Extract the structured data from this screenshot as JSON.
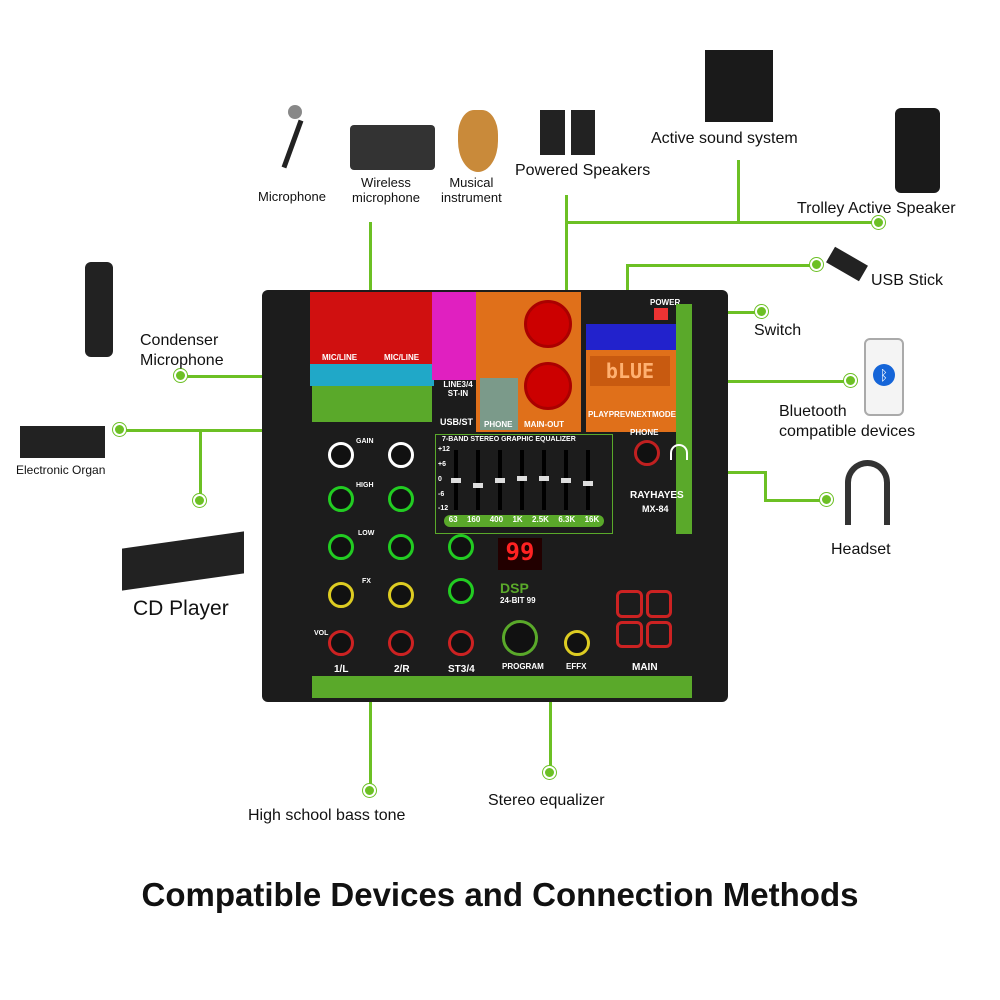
{
  "title": "Compatible Devices and Connection Methods",
  "devices": {
    "microphone": "Microphone",
    "wireless_microphone": "Wireless\nmicrophone",
    "musical_instrument": "Musical\ninstrument",
    "powered_speakers": "Powered Speakers",
    "active_sound_system": "Active sound system",
    "trolley_speaker": "Trolley Active Speaker",
    "usb_stick": "USB Stick",
    "switch": "Switch",
    "bluetooth": "Bluetooth\ncompatible devices",
    "headset": "Headset",
    "condenser": "Condenser\nMicrophone",
    "organ": "Electronic Organ",
    "cd_player": "CD Player",
    "bass_tone": "High school bass tone",
    "stereo_eq": "Stereo equalizer"
  },
  "mixer": {
    "brand": "RAYHAYES",
    "model": "MX-84",
    "display": "bLUE",
    "dsp_number": "99",
    "dsp": "DSP",
    "dsp_sub": "24-BIT 99",
    "eq_title": "7-BAND STEREO GRAPHIC EQUALIZER",
    "eq_bands": [
      "63",
      "160",
      "400",
      "1K",
      "2.5K",
      "6.3K",
      "16K"
    ],
    "eq_scale": [
      "+12",
      "+6",
      "0",
      "-6",
      "-12"
    ],
    "eq_levels_db": [
      0,
      -2,
      0,
      1,
      1,
      0,
      -1
    ],
    "channels": [
      "1/L",
      "2/R",
      "ST3/4"
    ],
    "mic_line": "MIC/LINE",
    "line34": "LINE3/4 ST-IN",
    "usb_st": "USB/ST",
    "phone": "PHONE",
    "main_out": "MAIN-OUT",
    "power": "POWER",
    "player_buttons": [
      "PLAY",
      "PREV",
      "NEXT",
      "MODE"
    ],
    "main": "MAIN",
    "program": "PROGRAM",
    "effx": "EFFX",
    "knob_labels": [
      "GAIN",
      "HIGH",
      "LOW",
      "FX",
      "VOL"
    ]
  },
  "colors": {
    "accent": "#6cc024",
    "red_panel": "#d01010",
    "magenta": "#e020c0",
    "orange": "#e0701a",
    "blue": "#2222cc",
    "cyan": "#20a8c8"
  }
}
